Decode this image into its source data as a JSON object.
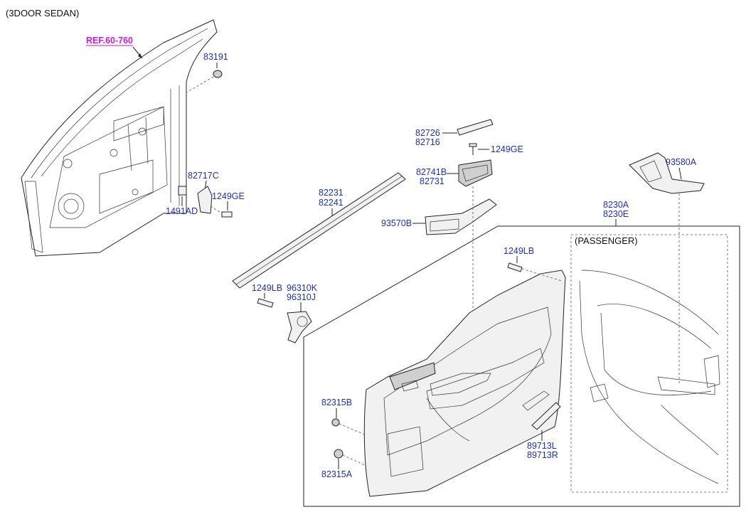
{
  "header": {
    "variant": "(3DOOR SEDAN)"
  },
  "reference": {
    "label": "REF.60-760",
    "color": "#d21ad6"
  },
  "passenger_box": {
    "label": "(PASSENGER)"
  },
  "part_labels": {
    "p83191": "83191",
    "p82717C": "82717C",
    "p1249GE_a": "1249GE",
    "p1491AD": "1491AD",
    "p82231": "82231",
    "p82241": "82241",
    "p82726": "82726",
    "p82716": "82716",
    "p1249GE_b": "1249GE",
    "p82741B": "82741B",
    "p82731": "82731",
    "p93570B": "93570B",
    "p93580A": "93580A",
    "p8230A": "8230A",
    "p8230E": "8230E",
    "p1249LB_a": "1249LB",
    "p1249LB_b": "1249LB",
    "p96310K": "96310K",
    "p96310J": "96310J",
    "p82315B": "82315B",
    "p82315A": "82315A",
    "p89713L": "89713L",
    "p89713R": "89713R"
  },
  "colors": {
    "label": "#1a2fc8",
    "line": "#222222"
  }
}
